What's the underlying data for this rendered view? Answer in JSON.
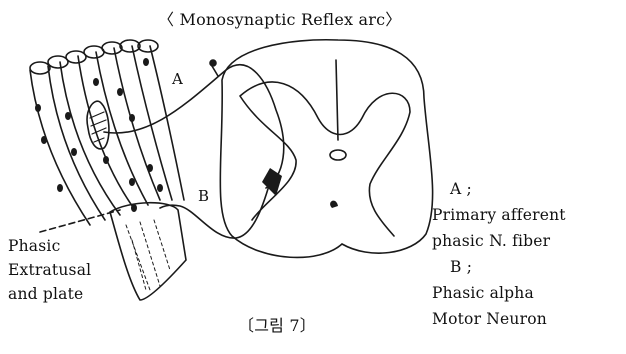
{
  "title": "〈 Monosynaptic Reflex arc〉",
  "labels": {
    "a": "A",
    "b": "B"
  },
  "phasic_label": [
    "Phasic",
    "Extratusal",
    "and plate"
  ],
  "legend": {
    "a_key": "A ;",
    "a_text": [
      "Primary afferent",
      "phasic N. fiber"
    ],
    "b_key": "B ;",
    "b_text": [
      "Phasic alpha",
      "Motor Neuron"
    ]
  },
  "figure_caption": "〔그림 7〕"
}
